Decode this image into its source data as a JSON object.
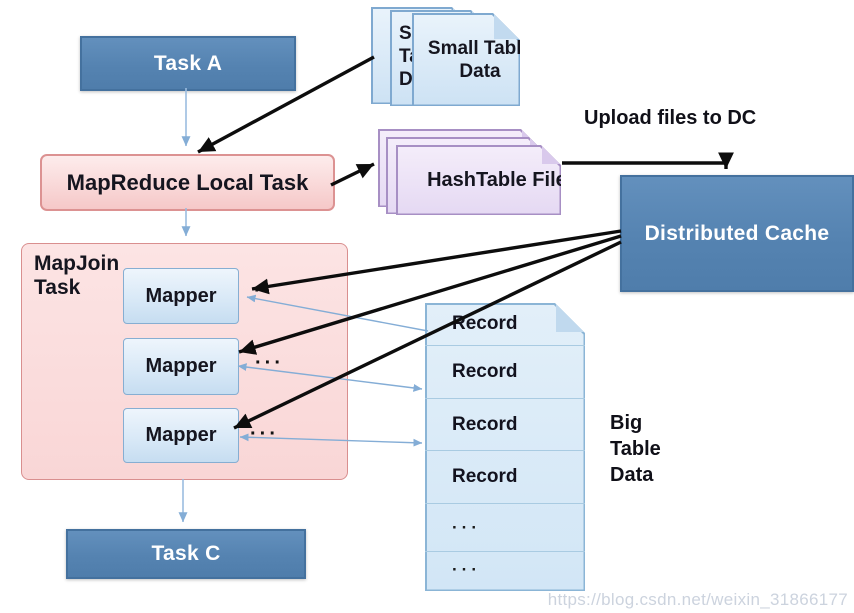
{
  "nodes": {
    "task_a": {
      "label": "Task A"
    },
    "small_table": {
      "label": "Small Table Data"
    },
    "local_task": {
      "label": "MapReduce Local Task"
    },
    "hashtable_files": {
      "label": "HashTable Files"
    },
    "upload_note": {
      "label": "Upload files to DC"
    },
    "distributed_cache": {
      "label": "Distributed Cache"
    },
    "mapjoin_task": {
      "label": "MapJoin Task"
    },
    "task_c": {
      "label": "Task C"
    },
    "big_table_caption": {
      "label": "Big Table Data"
    }
  },
  "mappers": [
    {
      "label": "Mapper",
      "ellipsis": "··"
    },
    {
      "label": "Mapper",
      "ellipsis": "···"
    },
    {
      "label": "Mapper",
      "ellipsis": "···"
    }
  ],
  "big_table": {
    "rows": [
      "Record",
      "Record",
      "Record",
      "Record",
      "···",
      "···"
    ]
  },
  "watermark": "https://blog.csdn.net/weixin_31866177",
  "colors": {
    "task_box_fill": "#5583b1",
    "task_box_border": "#44719e",
    "pink_fill": "#f8d3d3",
    "pink_border": "#dc9292",
    "card_blue_fill": "#d9eaf8",
    "card_blue_border": "#7fa9d0",
    "card_purple_fill": "#eee3f7",
    "card_purple_border": "#a78fc4",
    "arrow_black": "#0d0d0d",
    "arrow_blue": "#84add6"
  }
}
